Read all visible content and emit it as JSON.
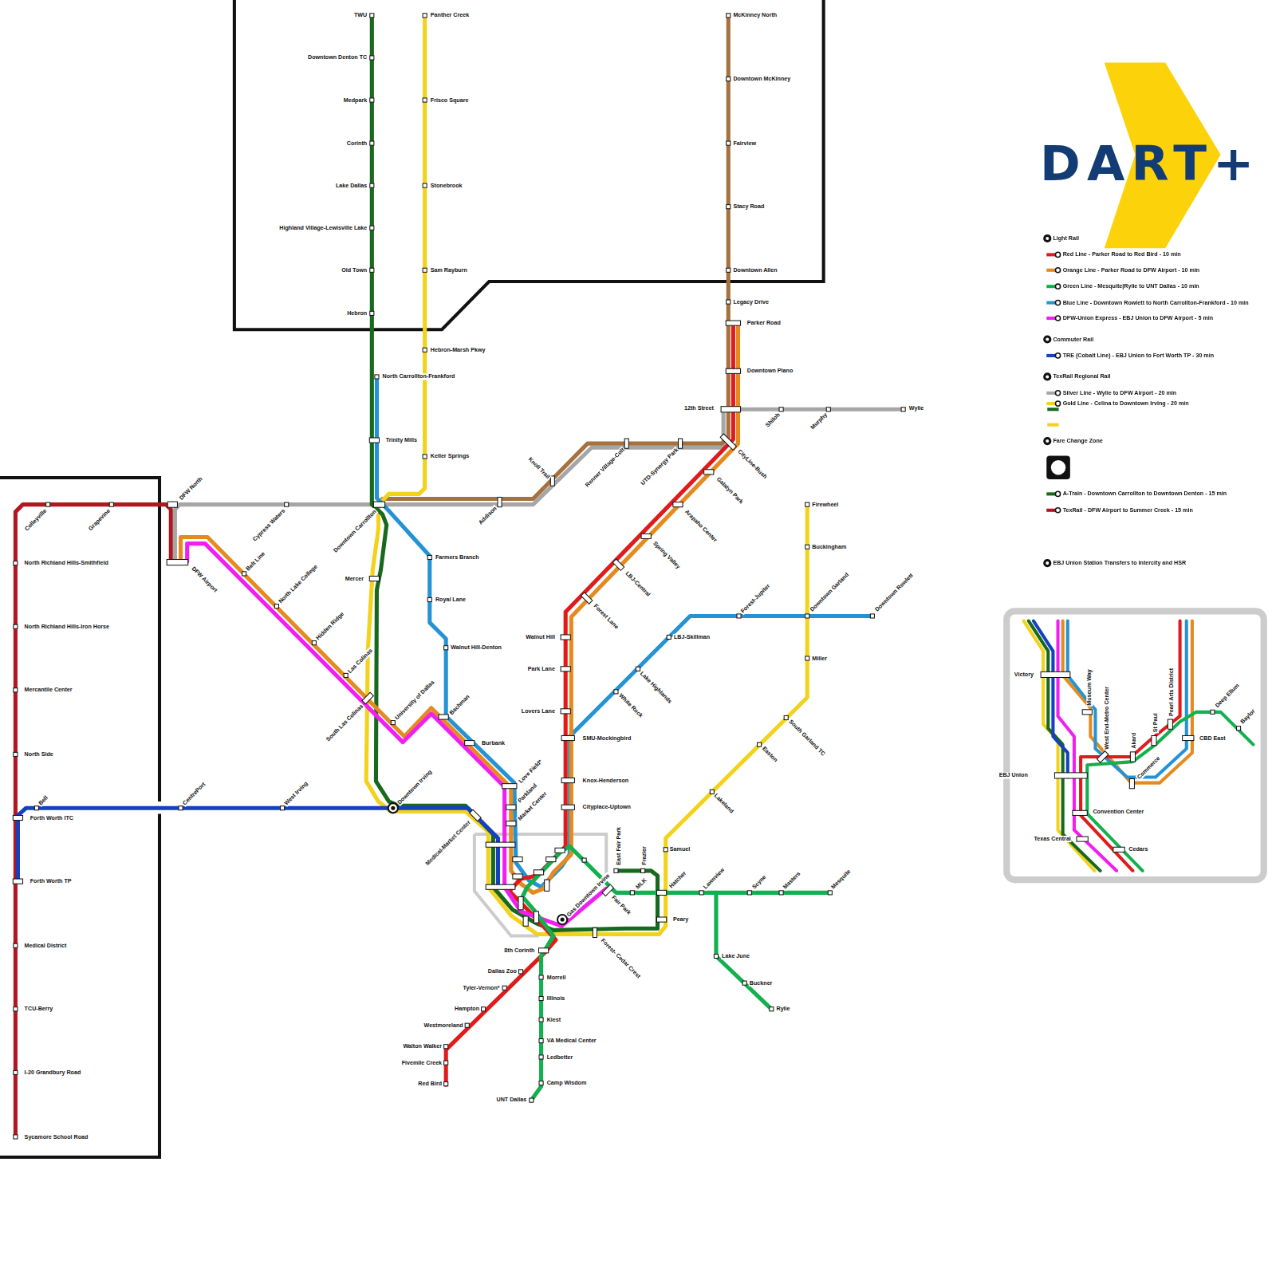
{
  "diagram": {
    "title": "DART+",
    "labels": [
      "TWU",
      "Downtown Denton TC",
      "Medpark",
      "Corinth",
      "Lake Dallas",
      "Highland Village-Lewisville Lake",
      "Old Town",
      "Hebron",
      "Panther Creek",
      "Frisco Square",
      "Stonebrook",
      "Sam Rayburn",
      "Hebron-Marsh Pkwy",
      "North Carrollton-Frankford",
      "Trinity Mills",
      "Keller Springs",
      "McKinney North",
      "Downtown McKinney",
      "Fairview",
      "Stacy Road",
      "Downtown Allen",
      "Legacy Drive",
      "Parker Road",
      "Downtown Plano",
      "12th Street",
      "Shiloh",
      "Murphy",
      "Wylie",
      "Knoll Trail",
      "Renner Village-Colt",
      "UTD-Synergy Park",
      "CityLine-Bush",
      "DFW North",
      "Colleyville",
      "Grapevine",
      "Cypress Waters",
      "Downtown Carrollton",
      "Addison",
      "Galatyn Park",
      "DFW Airport",
      "Belt Line",
      "Arapaho Center",
      "Spring Valley",
      "Farmers Branch",
      "North Lake College",
      "North Richland Hills-Smithfield",
      "LBJ-Central",
      "Mercer",
      "Forest Lane",
      "Royal Lane",
      "Hidden Ridge",
      "North Richland Hills-Iron Horse",
      "Walnut Hill",
      "LBJ-Skillman",
      "Forest-Jupiter",
      "Downtown Garland",
      "Downtown Rowlett",
      "Firewheel",
      "Buckingham",
      "Walnut Hill-Denton",
      "Miller",
      "Park Lane",
      "Lake Highlands",
      "Las Colinas",
      "Mercantile Center",
      "White Rock",
      "Lovers Lane",
      "South Garland TC",
      "Bachman",
      "South Las Colinas",
      "University of Dallas",
      "SMU-Mockingbird",
      "Burbank",
      "Easton",
      "North Side",
      "Knox-Henderson",
      "Love Field*",
      "Lakeland",
      "Parkland",
      "Downtown Irving",
      "CentrePort",
      "West Irving",
      "Bell",
      "Cityplace-Uptown",
      "Forth Worth ITC",
      "Market Center",
      "Medical-Market Center",
      "East Fair Park",
      "Frazier",
      "Samuel",
      "Forth Worth TP",
      "MLK",
      "Hatcher",
      "Lawnview",
      "Scyne",
      "Masters",
      "Mesquite",
      "Gas Downtown Irvine",
      "Fair Park",
      "Peary",
      "Forest- Cedar Crest",
      "Medical District",
      "8th Corinth",
      "Lake June",
      "Dallas Zoo",
      "Morrell",
      "Buckner",
      "Tyler-Vernon*",
      "Illinois",
      "Hampton",
      "TCU-Berry",
      "Rylie",
      "Kiest",
      "Westmoreland",
      "VA Medical Center",
      "Walton Walker",
      "Ledbetter",
      "Fivemile Creek",
      "I-20 Grandbury Road",
      "Camp Wisdom",
      "Red Bird",
      "UNT Dallas",
      "Sycamore School Road",
      "Victory",
      "Museum Way",
      "West End-Metro Center",
      "Akard",
      "St Paul",
      "Pearl Arts District",
      "CBD East",
      "Deep Ellum",
      "Baylor",
      "Commerce",
      "EBJ Union",
      "Convention Center",
      "Texas Central",
      "Cedars"
    ],
    "legend": [
      {
        "text": "Light Rail"
      },
      {
        "text": "Red Line - Parker Road to Red Bird - 10 min",
        "color": "#e01b1b"
      },
      {
        "text": "Orange Line - Parker Road to DFW Airport - 10 min",
        "color": "#e58a1f"
      },
      {
        "text": "Green Line - Mesquite|Rylie to UNT Dallas - 10 min",
        "color": "#12b04e"
      },
      {
        "text": "Blue Line - Downtown Rowlett to North Carrollton-Frankford - 10 min",
        "color": "#2593d3"
      },
      {
        "text": "DFW-Union Express - EBJ Union to DFW Airport - 5 min",
        "color": "#f01ff0"
      },
      {
        "text": "Commuter Rail"
      },
      {
        "text": "TRE (Cobalt Line) - EBJ Union to Fort Worth TP - 30 min",
        "color": "#1540c0"
      },
      {
        "text": "TexRail Regional Rail"
      },
      {
        "text": "Silver Line - Wylie to DFW Airport - 20 min",
        "color": "#a6a6a6"
      },
      {
        "text": "Gold Line - Celina to Downtown Irving - 20 min",
        "color": "#f2d21a"
      },
      {
        "text": "Fare Change Zone"
      },
      {
        "text": "A-Train - Downtown Carrollton to Downtown Denton - 15 min",
        "color": "#18691d"
      },
      {
        "text": "TexRail - DFW Airport to Summer Creek - 15 min",
        "color": "#b3161e"
      },
      {
        "text": "EBJ Union Station Transfers to intercity and HSR"
      }
    ]
  }
}
